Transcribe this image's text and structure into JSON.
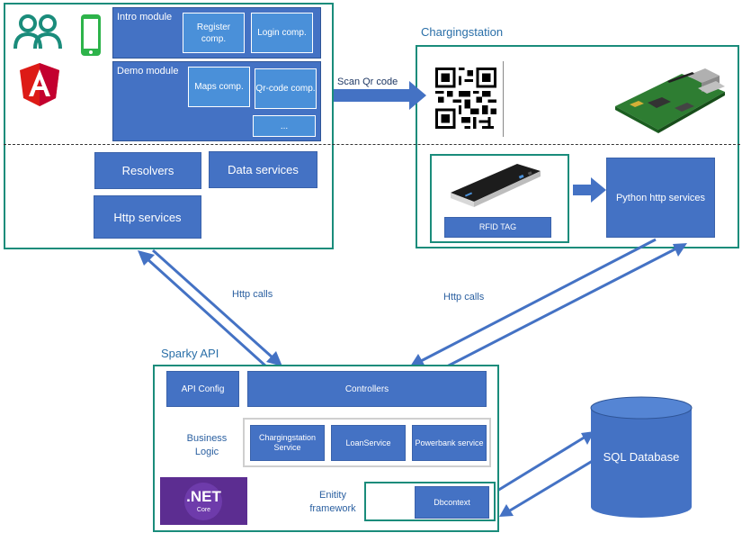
{
  "frontend": {
    "intro_module": {
      "title": "Intro module",
      "components": [
        "Register comp.",
        "Login comp."
      ]
    },
    "demo_module": {
      "title": "Demo module",
      "components": [
        "Maps comp.",
        "Qr-code comp.",
        "..."
      ]
    },
    "resolvers": "Resolvers",
    "data_services": "Data services",
    "http_services": "Http services"
  },
  "chargingstation": {
    "title": "Chargingstation",
    "rfid_tag": "RFID TAG",
    "python_services": "Python http services"
  },
  "arrows": {
    "scan_qr": "Scan Qr code",
    "http_calls_left": "Http calls",
    "http_calls_right": "Http calls"
  },
  "api": {
    "title": "Sparky API",
    "api_config": "API Config",
    "controllers": "Controllers",
    "business_logic": "Business Logic",
    "services": [
      "Chargingstation Service",
      "LoanService",
      "Powerbank service"
    ],
    "entity_framework": "Enitity framework",
    "dbcontext": "Dbcontext",
    "dotnet_logo_text": ".NET",
    "dotnet_core_text": "Core"
  },
  "database": {
    "label": "SQL Database"
  },
  "colors": {
    "teal": "#1a8c7b",
    "blue": "#4472c4",
    "purple": "#5c2d91"
  }
}
